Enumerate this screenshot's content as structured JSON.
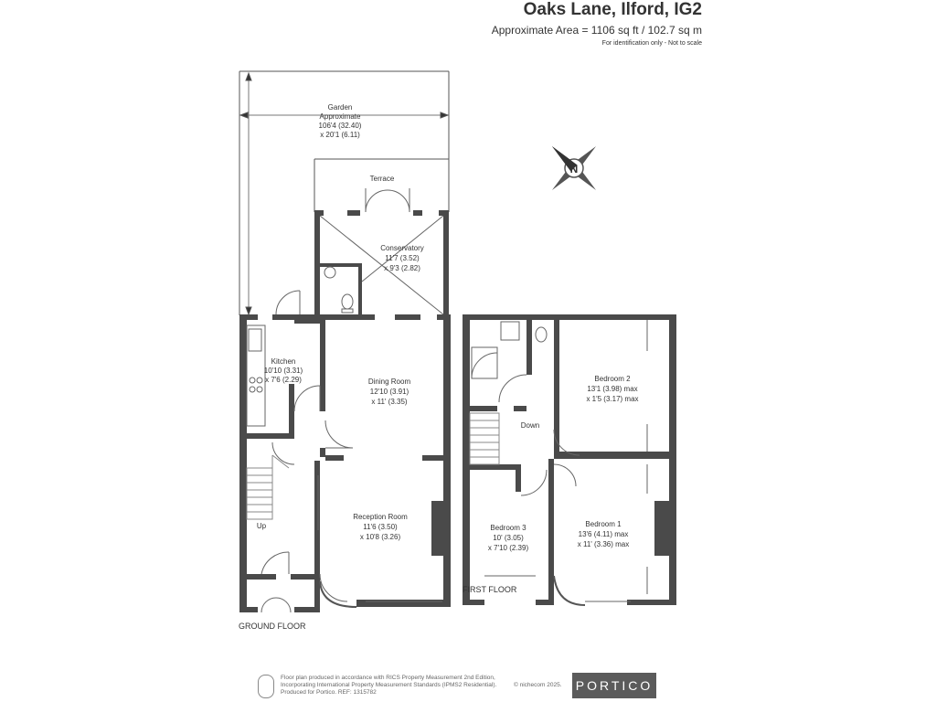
{
  "header": {
    "title": "Oaks Lane, Ilford, IG2",
    "area": "Approximate Area = 1106 sq ft / 102.7 sq m",
    "note": "For identification only - Not to scale"
  },
  "rooms": {
    "garden": {
      "name": "Garden",
      "l1": "Approximate",
      "l2": "106'4 (32.40)",
      "l3": "x 20'1 (6.11)"
    },
    "terrace": {
      "name": "Terrace"
    },
    "conservatory": {
      "name": "Conservatory",
      "l1": "11'7 (3.52)",
      "l2": "x 9'3 (2.82)"
    },
    "kitchen": {
      "name": "Kitchen",
      "l1": "10'10 (3.31)",
      "l2": "x 7'6 (2.29)"
    },
    "dining": {
      "name": "Dining Room",
      "l1": "12'10 (3.91)",
      "l2": "x 11' (3.35)"
    },
    "reception": {
      "name": "Reception Room",
      "l1": "11'6 (3.50)",
      "l2": "x 10'8 (3.26)"
    },
    "bedroom2": {
      "name": "Bedroom 2",
      "l1": "13'1 (3.98) max",
      "l2": "x 1'5 (3.17) max"
    },
    "bedroom3": {
      "name": "Bedroom 3",
      "l1": "10' (3.05)",
      "l2": "x 7'10 (2.39)"
    },
    "bedroom1": {
      "name": "Bedroom 1",
      "l1": "13'6 (4.11) max",
      "l2": "x 11' (3.36) max"
    },
    "stairs_up": "Up",
    "stairs_down": "Down"
  },
  "floors": {
    "ground": "GROUND FLOOR",
    "first": "FIRST FLOOR"
  },
  "compass": {
    "letter": "N"
  },
  "footer": {
    "line1": "Floor plan produced in accordance with RICS Property Measurement 2nd Edition,",
    "line2": "Incorporating International Property Measurement Standards (IPMS2 Residential).",
    "line3": "Produced for Portico.   REF: 1315782",
    "copyright": "© nichecom 2025.",
    "brand": "PORTICO"
  },
  "colors": {
    "wall": "#4a4a4a",
    "text": "#333333",
    "brand_bg": "#5b5b5b"
  }
}
